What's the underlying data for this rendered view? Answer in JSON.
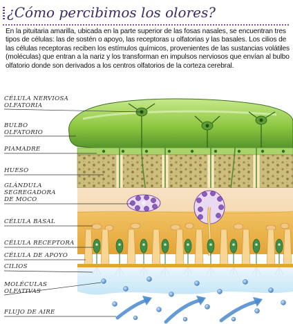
{
  "header": {
    "title": "¿Cómo percibimos los olores?"
  },
  "intro": {
    "text": "En la pituitaria amarilla, ubicada en la parte superior de las fosas nasales, se encuentran tres tipos de células: las de sostén o apoyo, las receptoras u olfatorias y las basales. Los cilios de las células receptoras reciben los estímulos químicos, provenientes de las sustancias volátiles (moléculas) que entran a la nariz y los transforman en impulsos nerviosos que envían al bulbo olfatorio donde son derivados a los centros olfatorios de la corteza cerebral."
  },
  "labels": {
    "celula_nerviosa": [
      "CÉLULA NERVIOSA",
      "OLFATORIA"
    ],
    "bulbo": [
      "BULBO",
      "OLFATORIO"
    ],
    "piamadre": [
      "PIAMADRE"
    ],
    "hueso": [
      "HUESO"
    ],
    "glandula": [
      "GLÁNDULA",
      "SEGREGADORA",
      "DE MOCO"
    ],
    "celula_basal": [
      "CÉLULA BASAL"
    ],
    "celula_receptora": [
      "CÉLULA RECEPTORA"
    ],
    "celula_apoyo": [
      "CÉLULA DE APOYO"
    ],
    "cilios": [
      "CILIOS"
    ],
    "moleculas": [
      "MOLÉCULAS",
      "OLFATIVAS"
    ],
    "flujo": [
      "FLUJO DE AIRE"
    ]
  },
  "colors": {
    "title": "#3a2a6a",
    "title_rule": "#7a55b0",
    "bulb": "#8cc63f",
    "bone": "#c8b878",
    "mucosa": "#f0c060",
    "receptor": "#3f8f4a",
    "mucus": "#bfe3f5",
    "molecule": "#3d7fc4",
    "air_arrow": "#4a8ad0"
  }
}
